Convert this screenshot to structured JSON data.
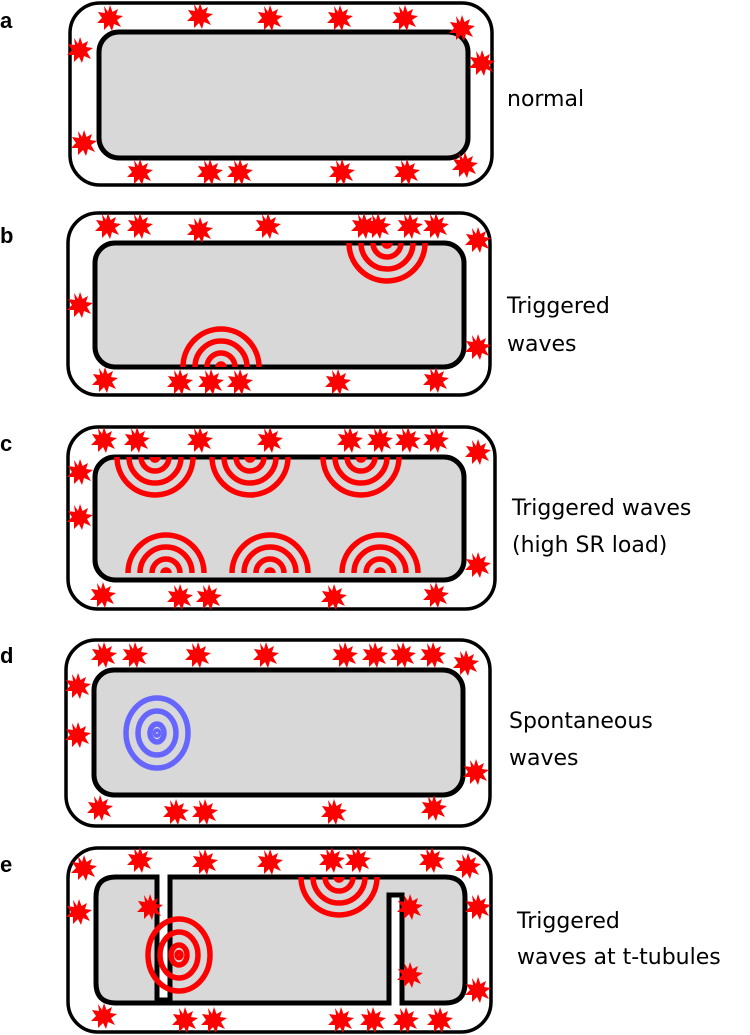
{
  "colors": {
    "spark": "#ff0000",
    "triggered_wave": "#ff0000",
    "spontaneous_wave": "#6666ff",
    "cytosol": "#d8d8d8",
    "outline": "#000000"
  },
  "icons": {
    "spark": "red-starburst-icon"
  },
  "panels": [
    {
      "letter": "a",
      "caption_lines": [
        "normal"
      ]
    },
    {
      "letter": "b",
      "caption_lines": [
        "Triggered",
        "waves"
      ]
    },
    {
      "letter": "c",
      "caption_lines": [
        "Triggered waves",
        "(high SR load)"
      ]
    },
    {
      "letter": "d",
      "caption_lines": [
        "Spontaneous",
        "waves"
      ]
    },
    {
      "letter": "e",
      "caption_lines": [
        "Triggered",
        "waves at t-tubules"
      ]
    }
  ]
}
